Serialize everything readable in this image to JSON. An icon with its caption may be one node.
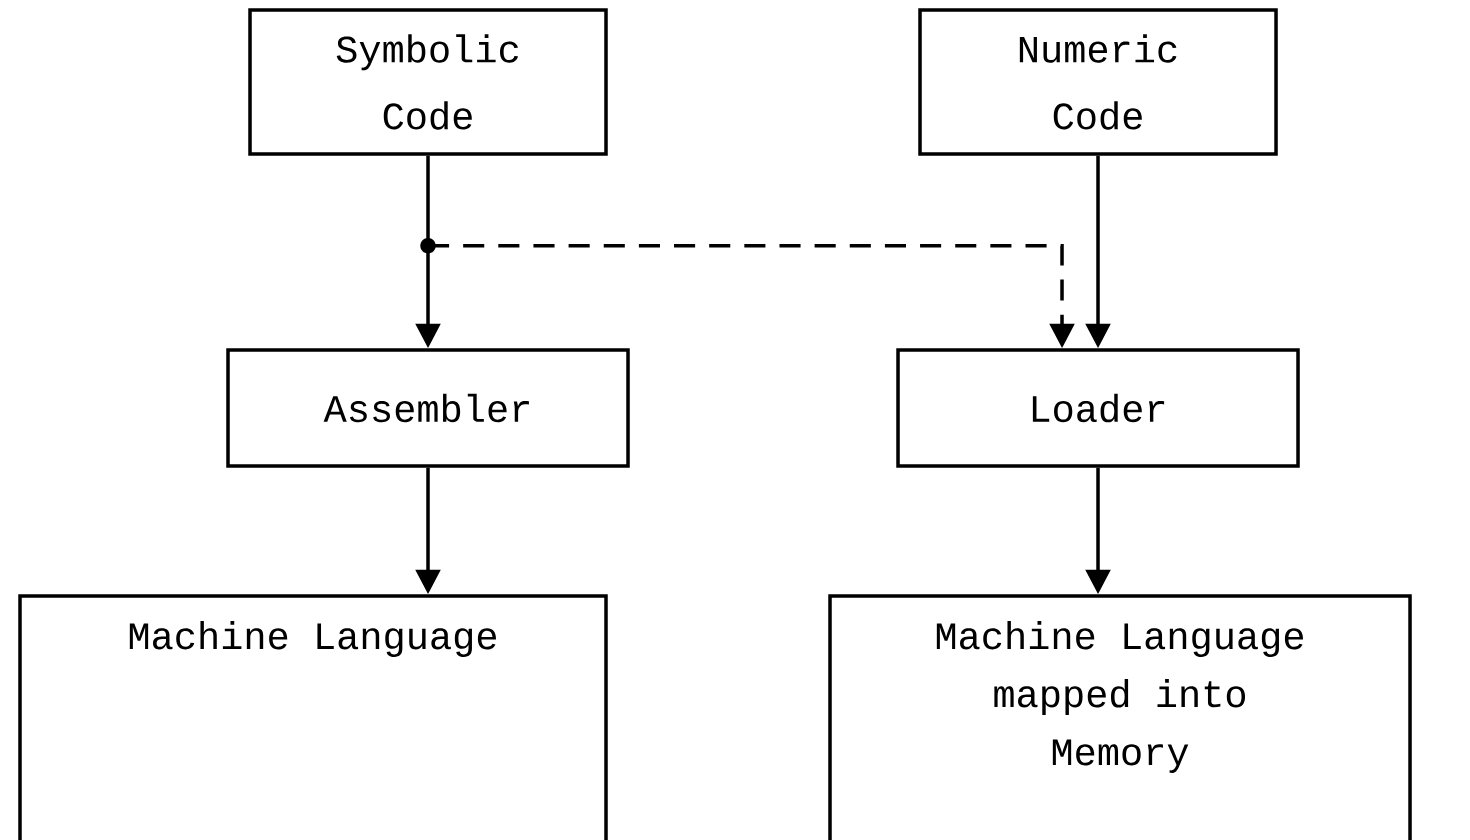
{
  "diagram": {
    "nodes": [
      {
        "text": [
          "Symbolic Code"
        ]
      },
      {
        "text": [
          "Numeric Code"
        ]
      },
      {
        "text": [
          "Assembler"
        ]
      },
      {
        "text": [
          "Loader"
        ]
      },
      {
        "text": [
          "Machine Language"
        ]
      },
      {
        "text": [
          "Machine Language mapped into Memory"
        ]
      }
    ],
    "edges": [
      {
        "from": 0,
        "to": 2,
        "arrow": "to"
      },
      {
        "from": 1,
        "to": 3,
        "arrow": "to"
      },
      {
        "from": 0,
        "to": 3,
        "arrow": "to",
        "style": "dashed"
      },
      {
        "from": 2,
        "to": 4,
        "arrow": "to"
      },
      {
        "from": 3,
        "to": 5,
        "arrow": "to"
      }
    ]
  }
}
